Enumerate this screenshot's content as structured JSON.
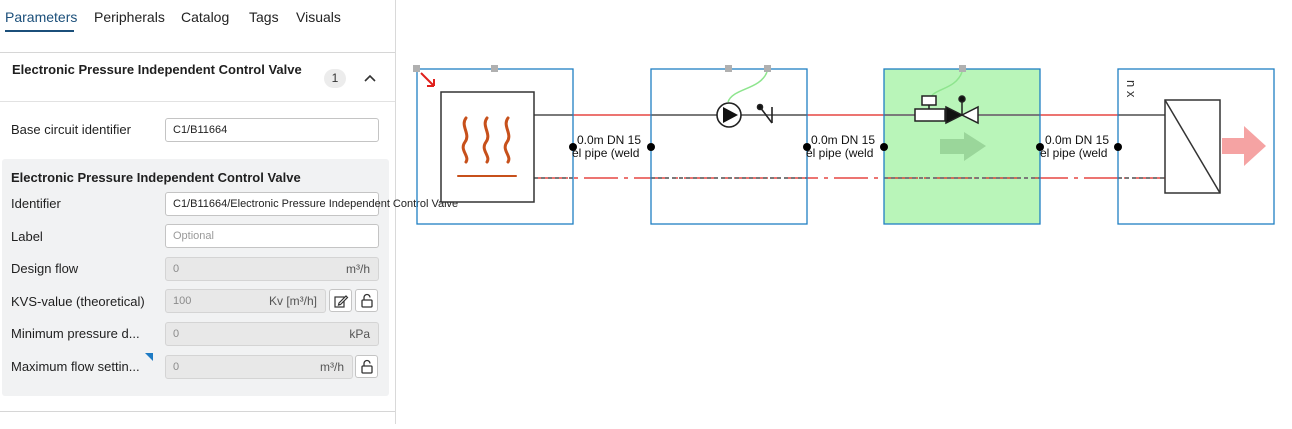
{
  "tabs": [
    {
      "label": "Parameters",
      "active": true
    },
    {
      "label": "Peripherals",
      "active": false
    },
    {
      "label": "Catalog",
      "active": false
    },
    {
      "label": "Tags",
      "active": false
    },
    {
      "label": "Visuals",
      "active": false
    }
  ],
  "section": {
    "title": "Electronic Pressure Independent Control Valve",
    "count": "1"
  },
  "base_circuit": {
    "label": "Base circuit identifier",
    "value": "C1/B11664"
  },
  "subgroup": {
    "title": "Electronic Pressure Independent Control Valve",
    "identifier": {
      "label": "Identifier",
      "value": "C1/B11664/Electronic Pressure Independent Control Valve"
    },
    "label_field": {
      "label": "Label",
      "placeholder": "Optional"
    },
    "design_flow": {
      "label": "Design flow",
      "value": "0",
      "unit": "m³/h"
    },
    "kvs": {
      "label": "KVS-value (theoretical)",
      "value": "100",
      "unit": "Kv [m³/h]"
    },
    "min_pressure": {
      "label": "Minimum pressure d...",
      "value": "0",
      "unit": "kPa"
    },
    "max_flow": {
      "label": "Maximum flow settin...",
      "value": "0",
      "unit": "m³/h"
    }
  },
  "diagram": {
    "pipe_labels": [
      {
        "line1": "0.0m DN 15",
        "line2": "el pipe (weld"
      },
      {
        "line1": "0.0m DN 15",
        "line2": "el pipe (weld"
      },
      {
        "line1": "0.0m DN 15",
        "line2": "el pipe (weld"
      }
    ],
    "supply_color": "#e0201c",
    "return_color": "#e0201c",
    "selected_fill": "#b9f5b9",
    "box_border": "#1f7fc4",
    "heater_color": "#c7501b",
    "exchanger_label": "n x",
    "icons": [
      "heater-icon",
      "pump-icon",
      "check-valve-icon",
      "control-valve-icon",
      "heat-exchanger-icon",
      "flow-arrow-icon"
    ]
  }
}
